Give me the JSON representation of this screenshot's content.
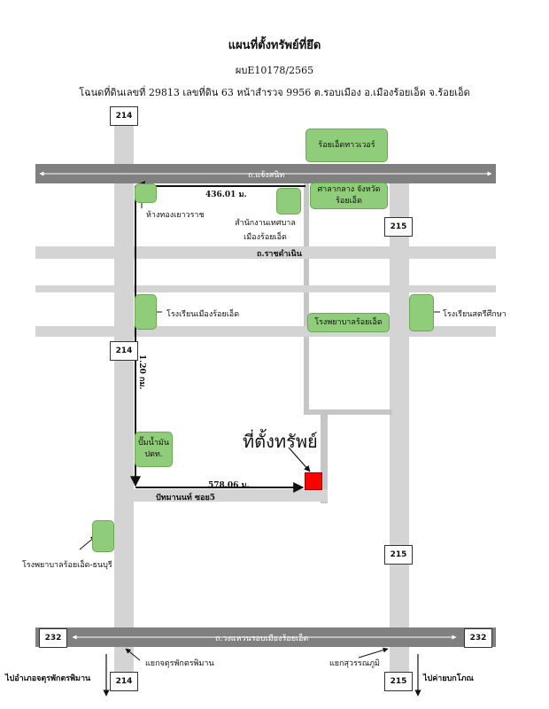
{
  "header": {
    "title": "แผนที่ตั้งทรัพย์ที่ยึด",
    "case": "ผบE10178/2565",
    "deed": "โฉนดที่ดินเลขที่ 29813 เลขที่ดิน 63 หน้าสำรวจ 9956 ต.รอบเมือง อ.เมืองร้อยเอ็ด จ.ร้อยเอ็ด"
  },
  "roads": {
    "top_main": "ถ.แจ้งสนิท",
    "bottom_main": "ถ.วงแหวนรอบเมืองร้อยเอ็ด",
    "ratchadamnoen": "ถ.ราชดำเนิน",
    "pattamanon": "ปัทมานนท์ ซอย5"
  },
  "shields": {
    "r214": "214",
    "r215": "215",
    "r232": "232"
  },
  "places": {
    "tower": "ร้อยเอ็ดทาวเวอร์",
    "city_hall": "ศาลากลาง จังหวัดร้อยเอ็ด",
    "gold_shop": "ห้างทองเยาวราช",
    "municipality": "สำนักงานเทศบาล เมืองร้อยเอ็ด",
    "school_city": "โรงเรียนเมืองร้อยเอ็ด",
    "hospital": "โรงพยาบาลร้อยเอ็ด",
    "school_satri": "โรงเรียนสตรีศึกษา",
    "gas_station": "ปั๊มน้ำมัน ปตท.",
    "hospital_thonburi": "โรงพยาบาลร้อยเอ็ด-ธนบุรี"
  },
  "distances": {
    "d1": "436.01 ม.",
    "d2": "1.20 กม.",
    "d3": "578.06 ม."
  },
  "property": {
    "label": "ที่ตั้งทรัพย์"
  },
  "bottom": {
    "junction_left": "แยกจตุรพักตรพิมาน",
    "junction_right": "แยกสุวรรณภูมิ",
    "dir_left": "ไปอำเภอจตุรพักตรพิมาน",
    "dir_right": "ไปค่ายบกโภณ"
  },
  "colors": {
    "place_green": "#8fcd7a",
    "property_red": "#ff0000",
    "main_road": "#808080",
    "minor_road": "#d4d4d4"
  }
}
